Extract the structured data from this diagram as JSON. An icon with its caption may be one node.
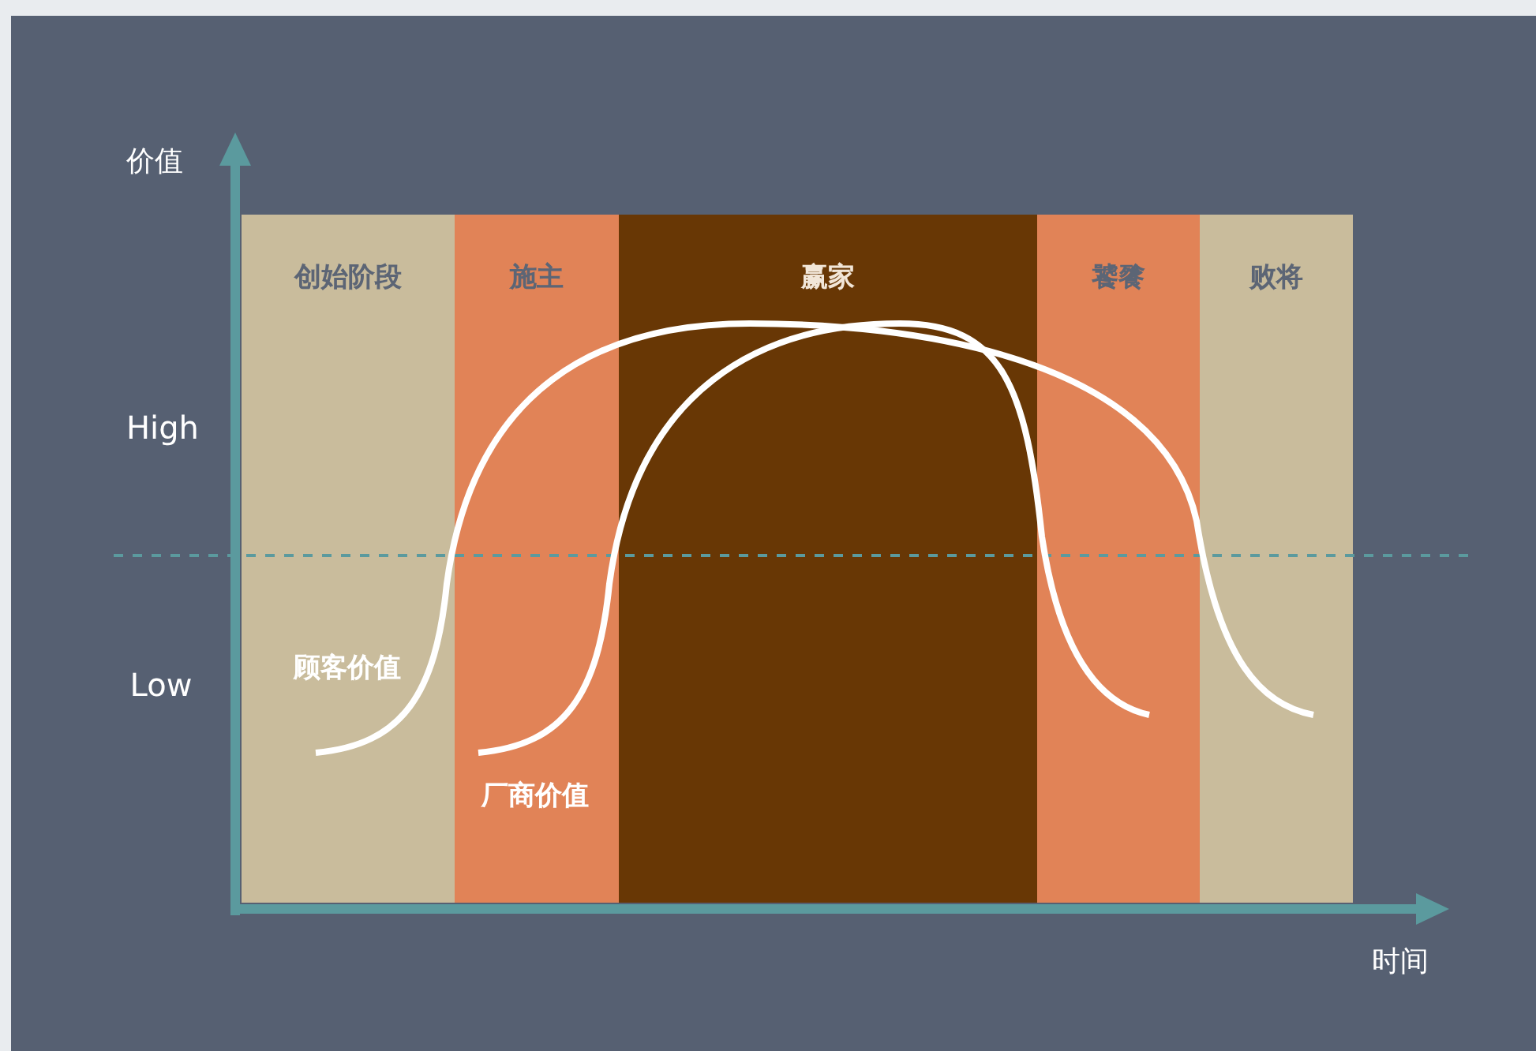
{
  "diagram": {
    "nodes": [
      {
        "text": [
          "创始阶段"
        ]
      },
      {
        "text": [
          "施主"
        ]
      },
      {
        "text": [
          "赢家"
        ]
      },
      {
        "text": [
          "饕餮"
        ]
      },
      {
        "text": [
          "败将"
        ]
      }
    ],
    "labels": [
      "价值",
      "High",
      "Low",
      "顾客价值",
      "厂商价值",
      "时间"
    ]
  }
}
